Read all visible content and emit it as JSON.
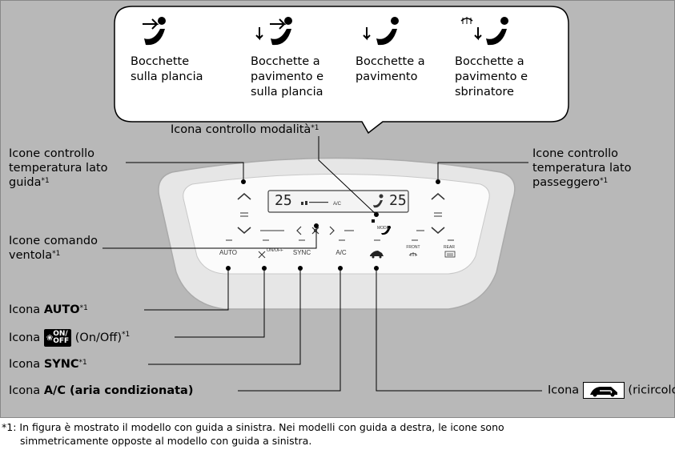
{
  "modes": [
    {
      "icon": "dashboard-vent-icon",
      "line1": "Bocchette",
      "line2": "sulla plancia",
      "line3": ""
    },
    {
      "icon": "floor-dashboard-vent-icon",
      "line1": "Bocchette a",
      "line2": "pavimento e",
      "line3": "sulla plancia"
    },
    {
      "icon": "floor-vent-icon",
      "line1": "Bocchette a",
      "line2": "pavimento",
      "line3": ""
    },
    {
      "icon": "floor-defrost-vent-icon",
      "line1": "Bocchette a",
      "line2": "pavimento e",
      "line3": "sbrinatore"
    }
  ],
  "labels": {
    "mode_control": "Icona controllo modalità",
    "driver_temp_1": "Icone controllo",
    "driver_temp_2": "temperatura lato",
    "driver_temp_3": "guida",
    "passenger_temp_1": "Icone controllo",
    "passenger_temp_2": "temperatura lato",
    "passenger_temp_3": "passeggero",
    "fan_1": "Icone comando",
    "fan_2": "ventola",
    "auto_prefix": "Icona ",
    "auto_bold": "AUTO",
    "onoff_prefix": "Icona ",
    "onoff_box_top": "ON/",
    "onoff_box_bottom": "OFF",
    "onoff_suffix": " (On/Off)",
    "sync_prefix": "Icona ",
    "sync_bold": "SYNC",
    "ac_prefix": "Icona ",
    "ac_bold": "A/C",
    "ac_suffix": " (aria condizionata)",
    "recirc_prefix": "Icona ",
    "recirc_suffix": " (ricircolo)",
    "footnote_mark": "*1"
  },
  "panel": {
    "temp_left": "25",
    "temp_right": "25",
    "ac_label": "A/C",
    "mode_label": "MODE",
    "buttons": [
      "AUTO",
      "ON/OFF",
      "SYNC",
      "A/C",
      "",
      "FRONT",
      "REAR"
    ]
  },
  "footnote": {
    "marker": "*1:",
    "line1": "In figura è mostrato il modello con guida a sinistra. Nei modelli con guida a destra, le icone sono",
    "line2": "simmetricamente opposte al modello con guida a sinistra."
  }
}
